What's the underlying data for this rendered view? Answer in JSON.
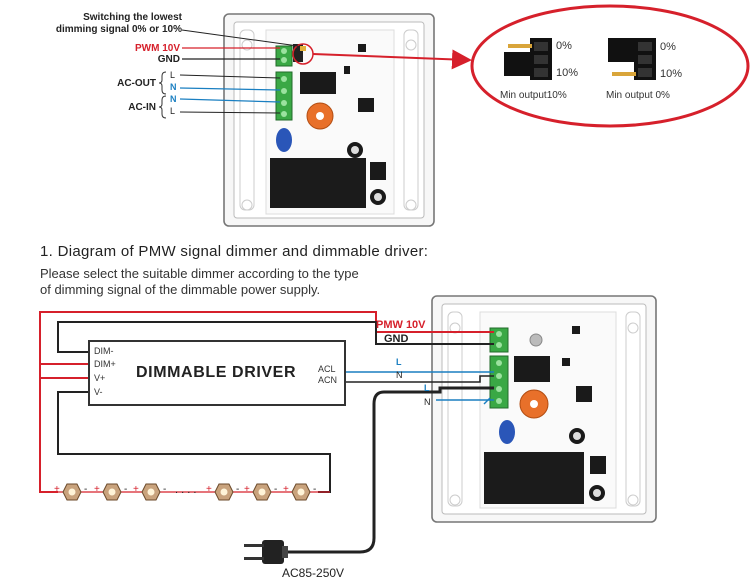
{
  "top_labels": {
    "switching_line1": "Switching the lowest",
    "switching_line2": "dimming signal 0% or 10%",
    "pwm": "PWM 10V",
    "gnd": "GND",
    "ac_out": "AC-OUT",
    "ac_in": "AC-IN",
    "l1": "L",
    "n1": "N",
    "n2": "N",
    "l2": "L"
  },
  "zoom": {
    "pct0_a": "0%",
    "pct10_a": "10%",
    "caption_a": "Min output10%",
    "pct0_b": "0%",
    "pct10_b": "10%",
    "caption_b": "Min output 0%"
  },
  "section": {
    "heading": "1. Diagram of PMW signal dimmer and dimmable driver:",
    "note_line1": "Please select the suitable dimmer according to the type",
    "note_line2": "of dimming signal of the dimmable power supply."
  },
  "driver": {
    "title": "DIMMABLE DRIVER",
    "dim_minus": "DIM-",
    "dim_plus": "DIM+",
    "v_plus": "V+",
    "v_minus": "V-",
    "acl": "ACL",
    "acn": "ACN"
  },
  "wiring": {
    "pmw": "PMW 10V",
    "gnd": "GND",
    "l_upper": "L",
    "n_upper": "N",
    "l_lower": "L",
    "n_lower": "N"
  },
  "leds": {
    "plus": "+",
    "minus": "-",
    "ellipsis": ". . . ."
  },
  "plug": {
    "label": "AC85-250V"
  },
  "colors": {
    "red_wire": "#d6202b",
    "blue_wire": "#1a7fc1",
    "black_wire": "#222222",
    "terminal_green": "#3aa845",
    "pot_orange": "#e8702a",
    "oval_red": "#d6202b"
  }
}
